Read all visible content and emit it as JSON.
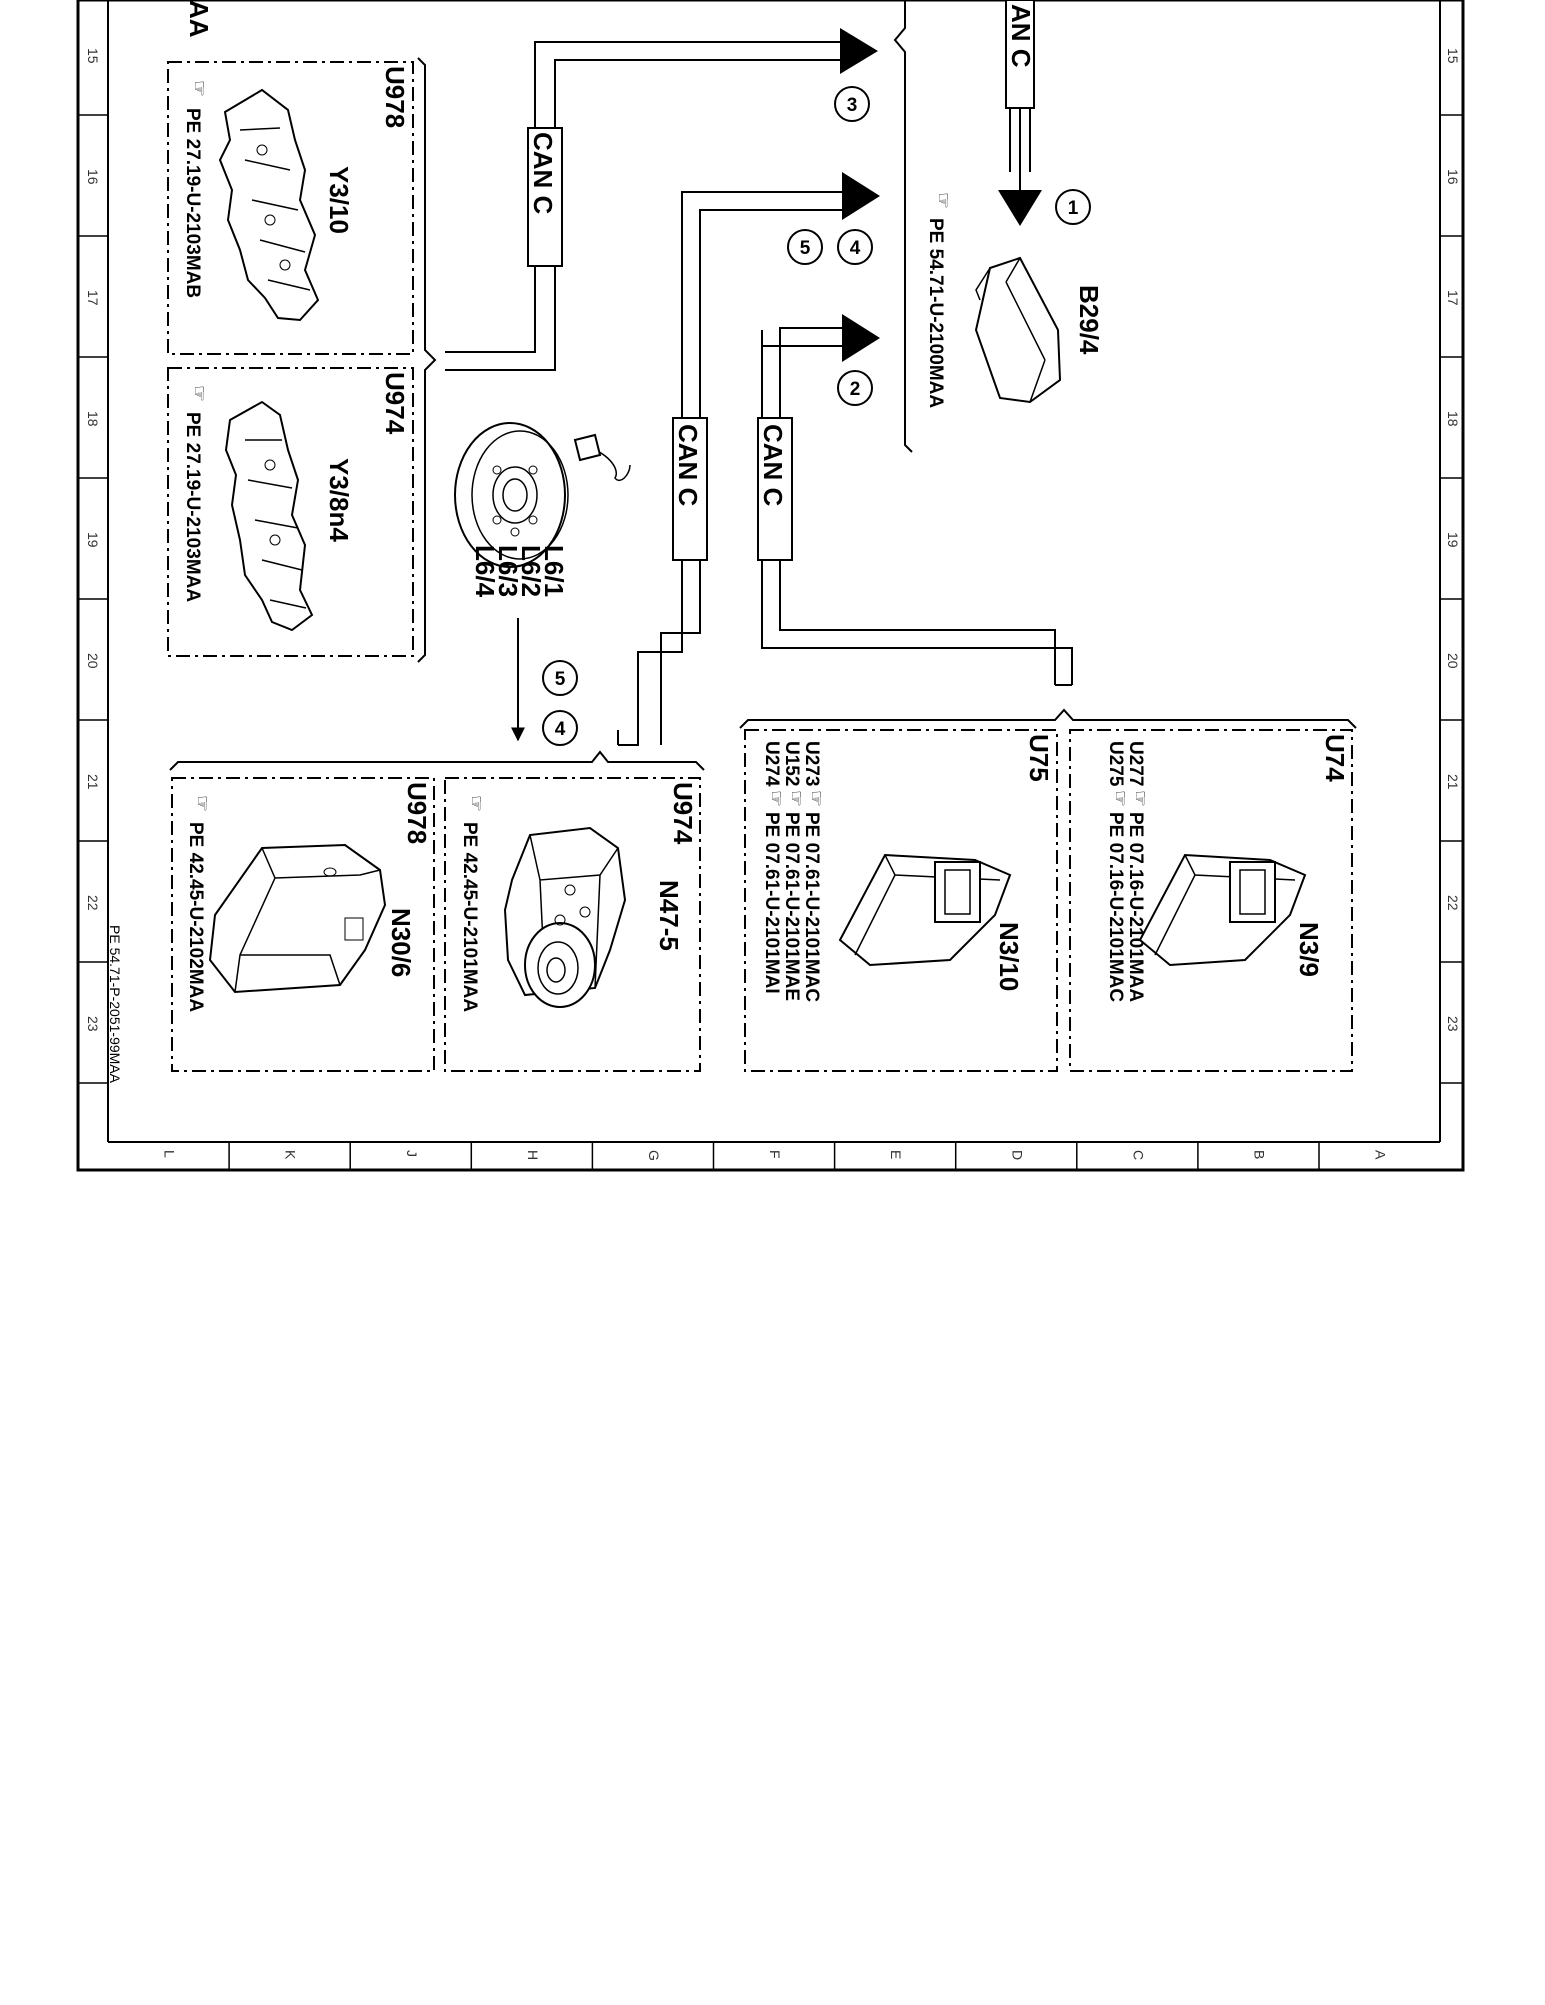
{
  "diagram": {
    "document_id": "PE 54.71-P-2051-99MAA",
    "grid_rows": [
      "15",
      "16",
      "17",
      "18",
      "19",
      "20",
      "21",
      "22",
      "23"
    ],
    "grid_cols": [
      "L",
      "K",
      "J",
      "H",
      "G",
      "F",
      "E",
      "D",
      "C",
      "B",
      "A"
    ],
    "top_left_fragment": "AA",
    "can_label": "CAN C",
    "can_fragment": "AN C",
    "circle_numbers": [
      "1",
      "2",
      "3",
      "4",
      "5"
    ],
    "components": {
      "b29_4": {
        "name": "B29/4",
        "ref": "PE 54.71-U-2100MAA"
      },
      "y3_10": {
        "name": "Y3/10",
        "variant": "U978",
        "ref": "PE 27.19-U-2103MAB"
      },
      "y3_8n4": {
        "name": "Y3/8n4",
        "variant": "U974",
        "ref": "PE 27.19-U-2103MAA"
      },
      "l6": {
        "names": [
          "L6/1",
          "L6/2",
          "L6/3",
          "L6/4"
        ]
      },
      "n47_5": {
        "name": "N47-5",
        "variant": "U974",
        "ref": "PE 42.45-U-2101MAA"
      },
      "n30_6": {
        "name": "N30/6",
        "variant": "U978",
        "ref": "PE 42.45-U-2102MAA"
      },
      "n3_10": {
        "name": "N3/10",
        "variant": "U75",
        "lines": [
          {
            "code": "U273",
            "ref": "PE 07.61-U-2101MAC"
          },
          {
            "code": "U152",
            "ref": "PE 07.61-U-2101MAE"
          },
          {
            "code": "U274",
            "ref": "PE 07.61-U-2101MAI"
          }
        ]
      },
      "n3_9": {
        "name": "N3/9",
        "variant": "U74",
        "lines": [
          {
            "code": "U277",
            "ref": "PE 07.16-U-2101MAA"
          },
          {
            "code": "U275",
            "ref": "PE 07.16-U-2101MAC"
          }
        ]
      }
    },
    "colors": {
      "line": "#000000",
      "background": "#ffffff"
    }
  }
}
